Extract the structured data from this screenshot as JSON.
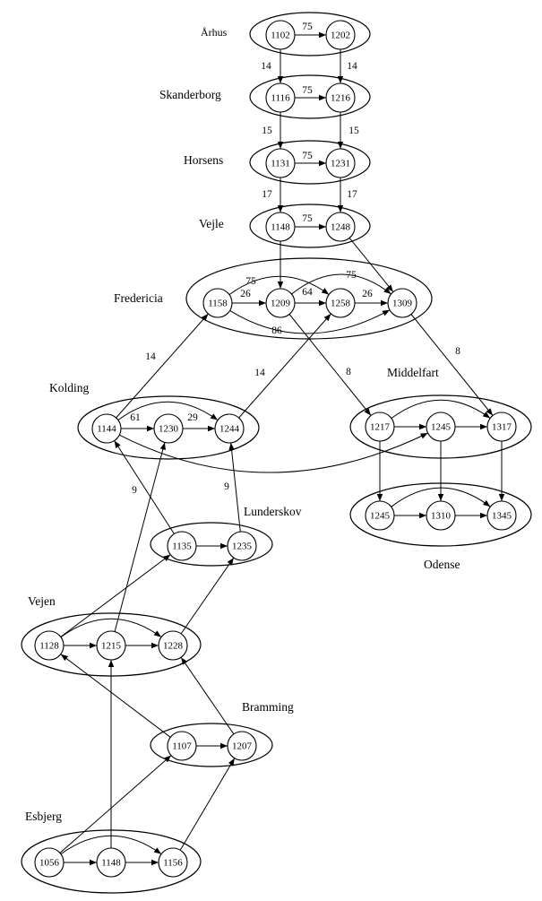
{
  "stations": [
    {
      "id": "aarhus",
      "label": "Århus"
    },
    {
      "id": "skanderborg",
      "label": "Skanderborg"
    },
    {
      "id": "horsens",
      "label": "Horsens"
    },
    {
      "id": "vejle",
      "label": "Vejle"
    },
    {
      "id": "fredericia",
      "label": "Fredericia"
    },
    {
      "id": "kolding",
      "label": "Kolding"
    },
    {
      "id": "middelfart",
      "label": "Middelfart"
    },
    {
      "id": "lunderskov",
      "label": "Lunderskov"
    },
    {
      "id": "odense",
      "label": "Odense"
    },
    {
      "id": "vejen",
      "label": "Vejen"
    },
    {
      "id": "bramming",
      "label": "Bramming"
    },
    {
      "id": "esbjerg",
      "label": "Esbjerg"
    }
  ],
  "nodes": [
    {
      "id": "a1102",
      "label": "1102"
    },
    {
      "id": "a1202",
      "label": "1202"
    },
    {
      "id": "s1116",
      "label": "1116"
    },
    {
      "id": "s1216",
      "label": "1216"
    },
    {
      "id": "h1131",
      "label": "1131"
    },
    {
      "id": "h1231",
      "label": "1231"
    },
    {
      "id": "v1148",
      "label": "1148"
    },
    {
      "id": "v1248",
      "label": "1248"
    },
    {
      "id": "f1158",
      "label": "1158"
    },
    {
      "id": "f1209",
      "label": "1209"
    },
    {
      "id": "f1258",
      "label": "1258"
    },
    {
      "id": "f1309",
      "label": "1309"
    },
    {
      "id": "k1144",
      "label": "1144"
    },
    {
      "id": "k1230",
      "label": "1230"
    },
    {
      "id": "k1244",
      "label": "1244"
    },
    {
      "id": "m1217",
      "label": "1217"
    },
    {
      "id": "m1245",
      "label": "1245"
    },
    {
      "id": "m1317",
      "label": "1317"
    },
    {
      "id": "o1245",
      "label": "1245"
    },
    {
      "id": "o1310",
      "label": "1310"
    },
    {
      "id": "o1345",
      "label": "1345"
    },
    {
      "id": "l1135",
      "label": "1135"
    },
    {
      "id": "l1235",
      "label": "1235"
    },
    {
      "id": "vj1128",
      "label": "1128"
    },
    {
      "id": "vj1215",
      "label": "1215"
    },
    {
      "id": "vj1228",
      "label": "1228"
    },
    {
      "id": "b1107",
      "label": "1107"
    },
    {
      "id": "b1207",
      "label": "1207"
    },
    {
      "id": "e1056",
      "label": "1056"
    },
    {
      "id": "e1148",
      "label": "1148"
    },
    {
      "id": "e1156",
      "label": "1156"
    }
  ],
  "edges": [
    {
      "id": "a1102-a1202",
      "label": "75"
    },
    {
      "id": "a1102-s1116",
      "label": "14"
    },
    {
      "id": "a1202-s1216",
      "label": "14"
    },
    {
      "id": "s1116-s1216",
      "label": "75"
    },
    {
      "id": "s1116-h1131",
      "label": "15"
    },
    {
      "id": "s1216-h1231",
      "label": "15"
    },
    {
      "id": "h1131-h1231",
      "label": "75"
    },
    {
      "id": "h1131-v1148",
      "label": "17"
    },
    {
      "id": "h1231-v1248",
      "label": "17"
    },
    {
      "id": "v1148-v1248",
      "label": "75"
    },
    {
      "id": "v1148-f1209",
      "label": ""
    },
    {
      "id": "v1248-f1309",
      "label": ""
    },
    {
      "id": "f1158-f1209",
      "label": "26"
    },
    {
      "id": "f1158-f1258",
      "label": "75"
    },
    {
      "id": "f1158-f1309",
      "label": "86"
    },
    {
      "id": "f1209-f1258",
      "label": "64"
    },
    {
      "id": "f1209-f1309",
      "label": "75"
    },
    {
      "id": "f1258-f1309",
      "label": "26"
    },
    {
      "id": "f1209-m1217",
      "label": "8"
    },
    {
      "id": "f1309-m1317",
      "label": "8"
    },
    {
      "id": "k1144-f1158",
      "label": "14"
    },
    {
      "id": "k1244-f1258",
      "label": "14"
    },
    {
      "id": "k1144-k1230",
      "label": "61"
    },
    {
      "id": "k1230-k1244",
      "label": "29"
    },
    {
      "id": "k1144-k1244",
      "label": ""
    },
    {
      "id": "k1144-m1245",
      "label": ""
    },
    {
      "id": "m1217-m1245",
      "label": ""
    },
    {
      "id": "m1245-m1317",
      "label": ""
    },
    {
      "id": "m1217-m1317",
      "label": ""
    },
    {
      "id": "m1217-o1245",
      "label": ""
    },
    {
      "id": "m1245-o1310",
      "label": ""
    },
    {
      "id": "m1317-o1345",
      "label": ""
    },
    {
      "id": "o1245-o1310",
      "label": ""
    },
    {
      "id": "o1310-o1345",
      "label": ""
    },
    {
      "id": "o1245-o1345",
      "label": ""
    },
    {
      "id": "l1135-k1144",
      "label": "9"
    },
    {
      "id": "l1235-k1244",
      "label": "9"
    },
    {
      "id": "l1135-l1235",
      "label": ""
    },
    {
      "id": "vj1128-vj1215",
      "label": ""
    },
    {
      "id": "vj1215-vj1228",
      "label": ""
    },
    {
      "id": "vj1128-vj1228",
      "label": ""
    },
    {
      "id": "vj1128-l1135",
      "label": ""
    },
    {
      "id": "vj1228-l1235",
      "label": ""
    },
    {
      "id": "vj1215-k1230",
      "label": ""
    },
    {
      "id": "b1107-b1207",
      "label": ""
    },
    {
      "id": "b1107-vj1128",
      "label": ""
    },
    {
      "id": "b1207-vj1228",
      "label": ""
    },
    {
      "id": "e1056-e1148",
      "label": ""
    },
    {
      "id": "e1148-e1156",
      "label": ""
    },
    {
      "id": "e1056-e1156",
      "label": ""
    },
    {
      "id": "e1056-b1107",
      "label": ""
    },
    {
      "id": "e1156-b1207",
      "label": ""
    },
    {
      "id": "e1148-vj1215",
      "label": ""
    }
  ]
}
